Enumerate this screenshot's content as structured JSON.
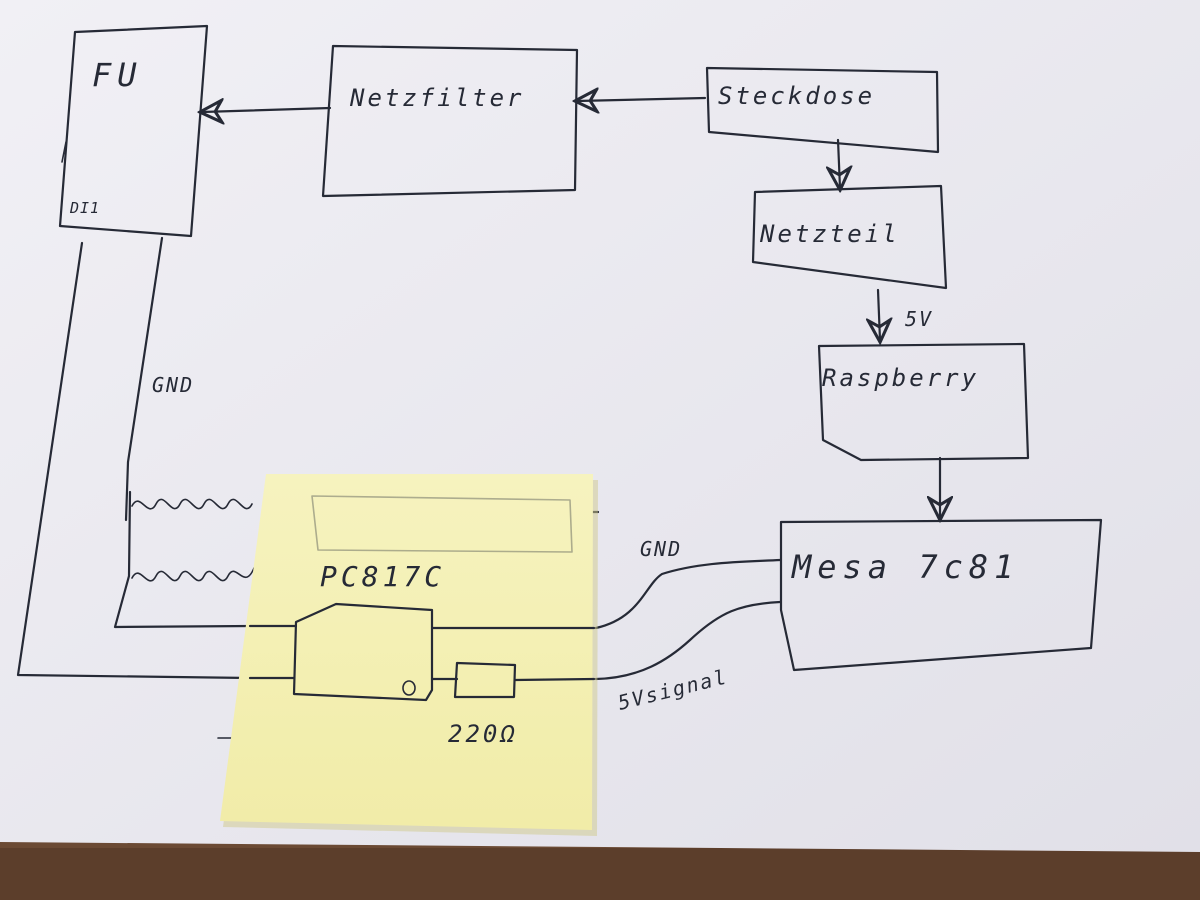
{
  "blocks": {
    "fu": {
      "label": "FU",
      "sub_label": "DI1"
    },
    "netzfilter": {
      "label": "Netzfilter"
    },
    "steckdose": {
      "label": "Steckdose"
    },
    "netzteil": {
      "label": "Netzteil"
    },
    "raspberry": {
      "label": "Raspberry"
    },
    "mesa": {
      "label": "Mesa 7c81"
    }
  },
  "connections": {
    "gnd_left": "GND",
    "gnd_right": "GND",
    "power_5v": "5V",
    "signal_5v": "5Vsignal"
  },
  "sticky_note": {
    "optocoupler": "PC817C",
    "resistor": "220Ω"
  },
  "colors": {
    "ink": "#262a36",
    "paper": "#ecebf1",
    "sticky_note": "#f4f0b4",
    "table": "#6b4a34"
  }
}
